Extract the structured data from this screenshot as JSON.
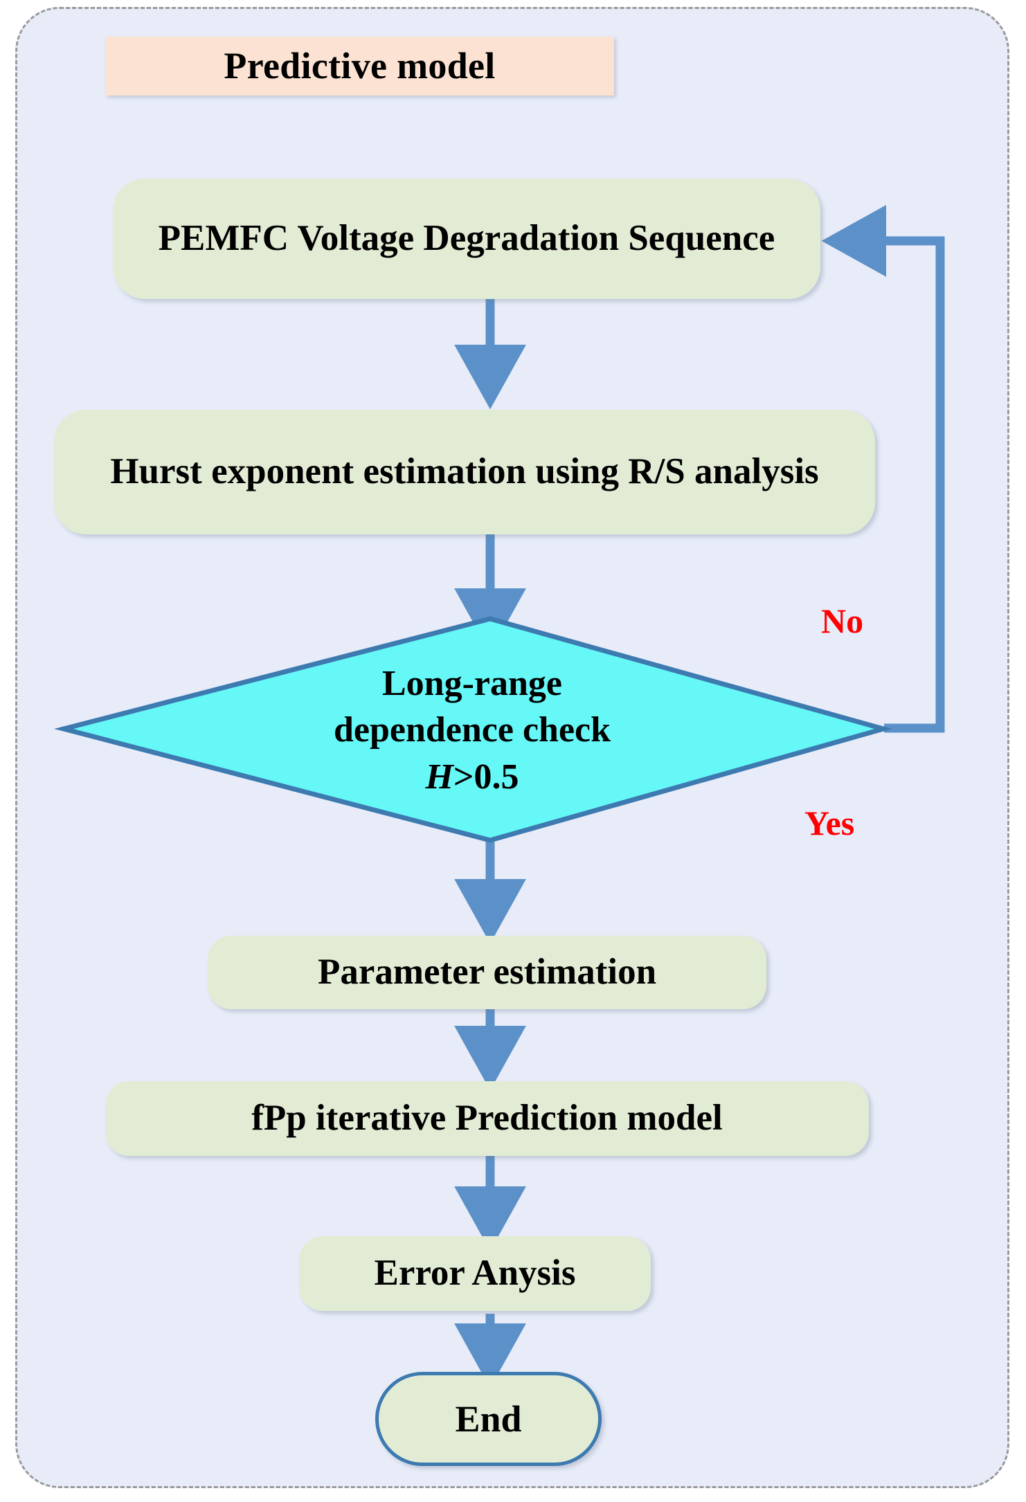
{
  "diagram": {
    "kind": "flowchart",
    "title": "Predictive model",
    "background_color": "#e8ecf9",
    "frame_border_color": "#9a9a9a",
    "accent_arrow_color": "#5b91c8",
    "process_fill": "#e2ecd5",
    "title_fill": "#fbe2d2",
    "decision_fill": "#66f7f7",
    "decision_border": "#3d7ab0",
    "branch_label_color": "#ff0000"
  },
  "nodes": {
    "title": {
      "label": "Predictive model",
      "shape": "rectangle"
    },
    "input": {
      "label": "PEMFC Voltage Degradation Sequence",
      "shape": "rounded-rectangle"
    },
    "hurst": {
      "label": "Hurst exponent estimation using R/S analysis",
      "shape": "rounded-rectangle"
    },
    "decision": {
      "line1": "Long-range",
      "line2": "dependence check",
      "line3_var": "H",
      "line3_rest": ">0.5",
      "shape": "diamond"
    },
    "param": {
      "label": "Parameter estimation",
      "shape": "rounded-rectangle"
    },
    "fpp": {
      "label": "fPp iterative Prediction model",
      "shape": "rounded-rectangle"
    },
    "error": {
      "label": "Error Anysis",
      "shape": "rounded-rectangle"
    },
    "end": {
      "label": "End",
      "shape": "terminator"
    }
  },
  "branches": {
    "no": "No",
    "yes": "Yes"
  },
  "chart_data": {
    "type": "diagram",
    "title": "Predictive model",
    "nodes": [
      {
        "id": "title",
        "label": "Predictive model",
        "shape": "rectangle",
        "fill": "#fbe2d2"
      },
      {
        "id": "input",
        "label": "PEMFC Voltage Degradation Sequence",
        "shape": "rounded-rectangle",
        "fill": "#e2ecd5"
      },
      {
        "id": "hurst",
        "label": "Hurst exponent estimation using R/S analysis",
        "shape": "rounded-rectangle",
        "fill": "#e2ecd5"
      },
      {
        "id": "decision",
        "label": "Long-range dependence check H>0.5",
        "shape": "diamond",
        "fill": "#66f7f7"
      },
      {
        "id": "param",
        "label": "Parameter estimation",
        "shape": "rounded-rectangle",
        "fill": "#e2ecd5"
      },
      {
        "id": "fpp",
        "label": "fPp iterative Prediction model",
        "shape": "rounded-rectangle",
        "fill": "#e2ecd5"
      },
      {
        "id": "error",
        "label": "Error Anysis",
        "shape": "rounded-rectangle",
        "fill": "#e2ecd5"
      },
      {
        "id": "end",
        "label": "End",
        "shape": "terminator",
        "fill": "#e2ecd5"
      }
    ],
    "edges": [
      {
        "from": "input",
        "to": "hurst",
        "label": ""
      },
      {
        "from": "hurst",
        "to": "decision",
        "label": ""
      },
      {
        "from": "decision",
        "to": "input",
        "label": "No"
      },
      {
        "from": "decision",
        "to": "param",
        "label": "Yes"
      },
      {
        "from": "param",
        "to": "fpp",
        "label": ""
      },
      {
        "from": "fpp",
        "to": "error",
        "label": ""
      },
      {
        "from": "error",
        "to": "end",
        "label": ""
      }
    ]
  }
}
